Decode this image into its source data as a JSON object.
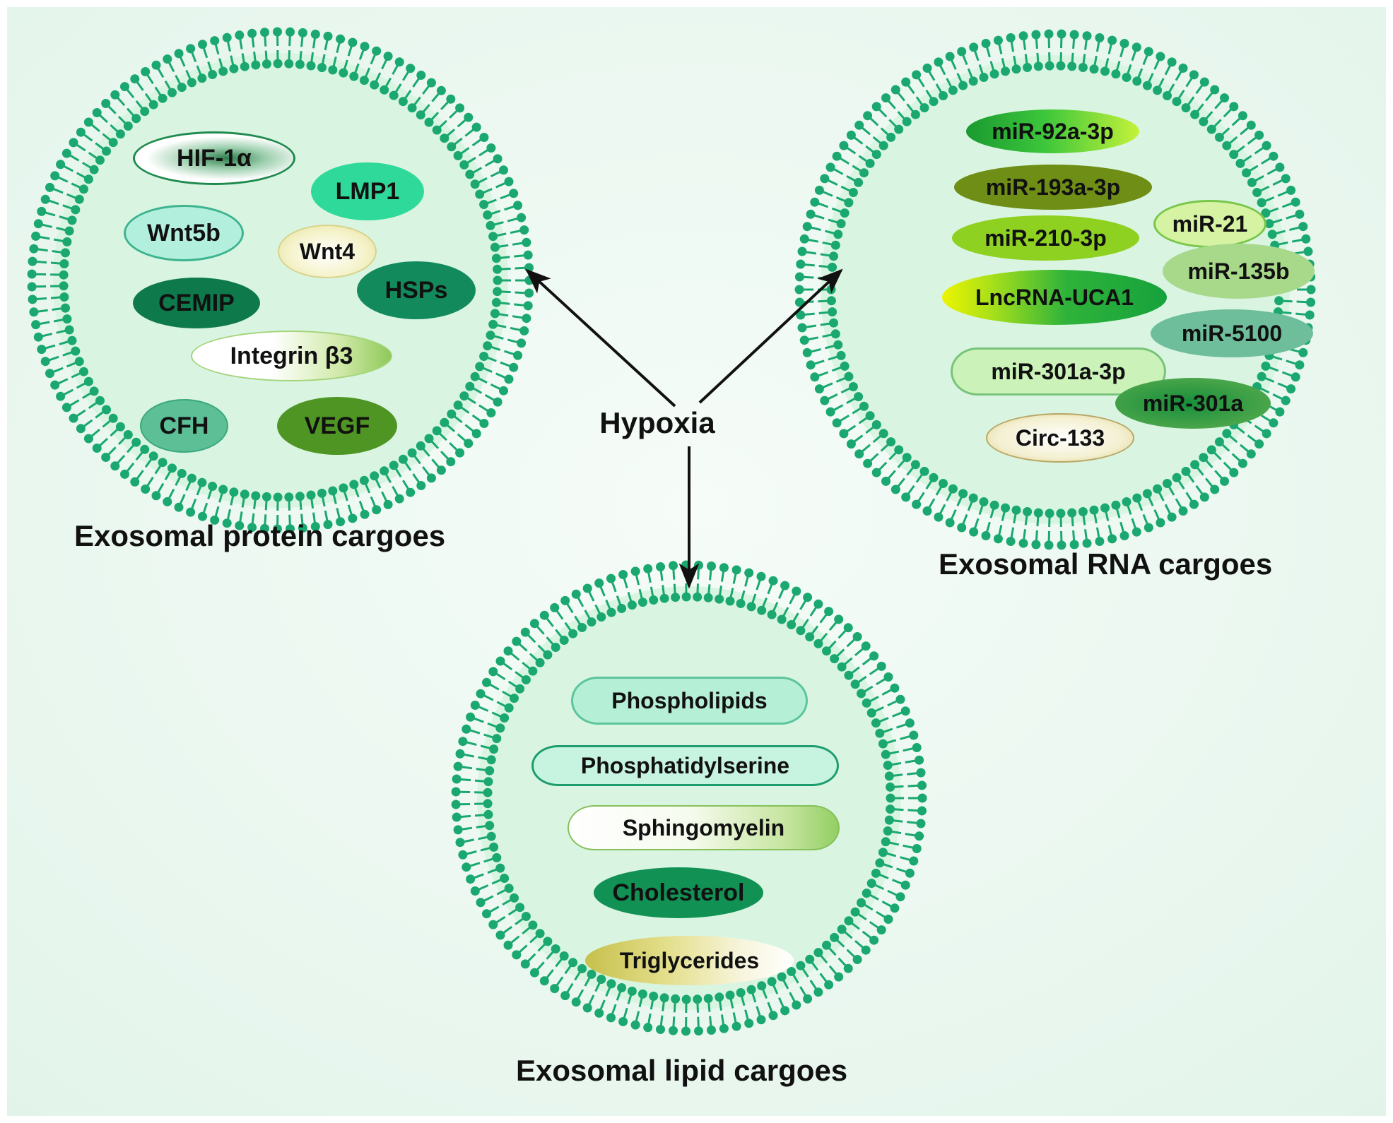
{
  "center_label": "Hypoxia",
  "protein": {
    "caption": "Exosomal protein cargoes",
    "items": [
      "HIF-1α",
      "LMP1",
      "Wnt5b",
      "Wnt4",
      "HSPs",
      "CEMIP",
      "Integrin β3",
      "CFH",
      "VEGF"
    ]
  },
  "rna": {
    "caption": "Exosomal RNA cargoes",
    "items": [
      "miR-92a-3p",
      "miR-193a-3p",
      "miR-21",
      "miR-210-3p",
      "miR-135b",
      "LncRNA-UCA1",
      "miR-5100",
      "miR-301a-3p",
      "miR-301a",
      "Circ-133"
    ]
  },
  "lipid": {
    "caption": "Exosomal lipid cargoes",
    "items": [
      "Phospholipids",
      "Phosphatidylserine",
      "Sphingomyelin",
      "Cholesterol",
      "Triglycerides"
    ]
  },
  "colors": {
    "membrane": "#1aa870",
    "background": "#e8f6ef",
    "vesicle_fill": "#d9f5e2",
    "arrow": "#111111"
  }
}
